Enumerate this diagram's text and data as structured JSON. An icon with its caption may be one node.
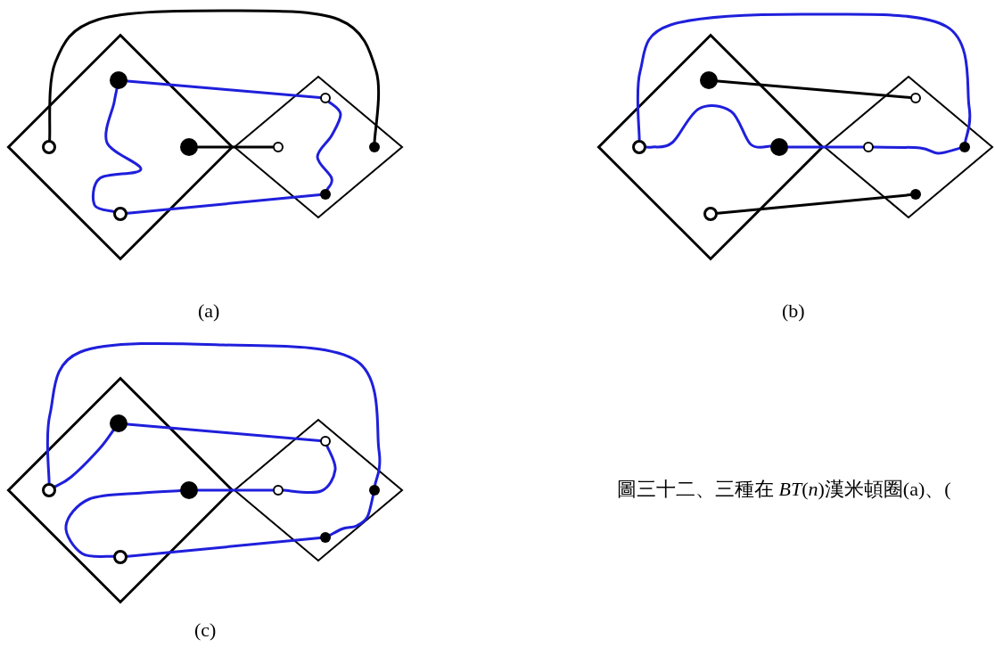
{
  "diagram": {
    "caption": "圖三十二、三種在 *BT*(*n*)漢米頓圈(a)、(",
    "nodes": [
      {
        "text": [],
        "shape": "diamond"
      },
      {
        "text": [],
        "shape": "circle",
        "in": 0
      },
      {
        "text": [],
        "shape": "circle",
        "in": 0
      },
      {
        "text": [],
        "shape": "circle",
        "in": 0
      },
      {
        "text": [],
        "shape": "circle",
        "in": 0
      },
      {
        "text": [],
        "shape": "diamond"
      },
      {
        "text": [],
        "shape": "circle",
        "in": 5
      },
      {
        "text": [],
        "shape": "circle",
        "in": 5
      },
      {
        "text": [],
        "shape": "circle",
        "in": 5
      },
      {
        "text": [],
        "shape": "circle",
        "in": 5
      },
      {
        "text": [],
        "shape": "diamond"
      },
      {
        "text": [],
        "shape": "circle",
        "in": 10
      },
      {
        "text": [],
        "shape": "circle",
        "in": 10
      },
      {
        "text": [],
        "shape": "circle",
        "in": 10
      },
      {
        "text": [],
        "shape": "circle",
        "in": 10
      },
      {
        "text": [],
        "shape": "diamond"
      },
      {
        "text": [],
        "shape": "circle",
        "in": 15
      },
      {
        "text": [],
        "shape": "circle",
        "in": 15
      },
      {
        "text": [],
        "shape": "circle",
        "in": 15
      },
      {
        "text": [],
        "shape": "circle",
        "in": 15
      },
      {
        "text": [],
        "shape": "diamond"
      },
      {
        "text": [],
        "shape": "circle",
        "in": 20
      },
      {
        "text": [],
        "shape": "circle",
        "in": 20
      },
      {
        "text": [],
        "shape": "circle",
        "in": 20
      },
      {
        "text": [],
        "shape": "circle",
        "in": 20
      },
      {
        "text": [],
        "shape": "diamond"
      },
      {
        "text": [],
        "shape": "circle",
        "in": 25
      },
      {
        "text": [],
        "shape": "circle",
        "in": 25
      },
      {
        "text": [],
        "shape": "circle",
        "in": 25
      },
      {
        "text": [],
        "shape": "circle",
        "in": 25
      }
    ],
    "edges": [
      {
        "from": 2,
        "to": 8,
        "arrow": "none",
        "color": "#000000"
      },
      {
        "from": 1,
        "to": 6,
        "arrow": "none"
      },
      {
        "from": 6,
        "to": 9,
        "arrow": "none"
      },
      {
        "from": 9,
        "to": 4,
        "arrow": "none"
      },
      {
        "from": 4,
        "to": 1,
        "arrow": "none"
      },
      {
        "from": 3,
        "to": 7,
        "arrow": "none",
        "color": "#000000"
      },
      {
        "from": 11,
        "to": 16,
        "arrow": "none",
        "color": "#000000"
      },
      {
        "from": 12,
        "to": 18,
        "arrow": "none"
      },
      {
        "from": 18,
        "to": 17,
        "arrow": "none"
      },
      {
        "from": 17,
        "to": 13,
        "arrow": "none"
      },
      {
        "from": 13,
        "to": 12,
        "arrow": "none"
      },
      {
        "from": 14,
        "to": 19,
        "arrow": "none",
        "color": "#000000"
      },
      {
        "from": 22,
        "to": 28,
        "arrow": "none"
      },
      {
        "from": 28,
        "to": 29,
        "arrow": "none"
      },
      {
        "from": 29,
        "to": 24,
        "arrow": "none"
      },
      {
        "from": 24,
        "to": 23,
        "arrow": "none"
      },
      {
        "from": 23,
        "to": 27,
        "arrow": "none"
      },
      {
        "from": 27,
        "to": 26,
        "arrow": "none"
      },
      {
        "from": 26,
        "to": 21,
        "arrow": "none"
      },
      {
        "from": 21,
        "to": 22,
        "arrow": "none"
      }
    ],
    "labels": [
      "(a)",
      "(b)",
      "(c)"
    ]
  }
}
